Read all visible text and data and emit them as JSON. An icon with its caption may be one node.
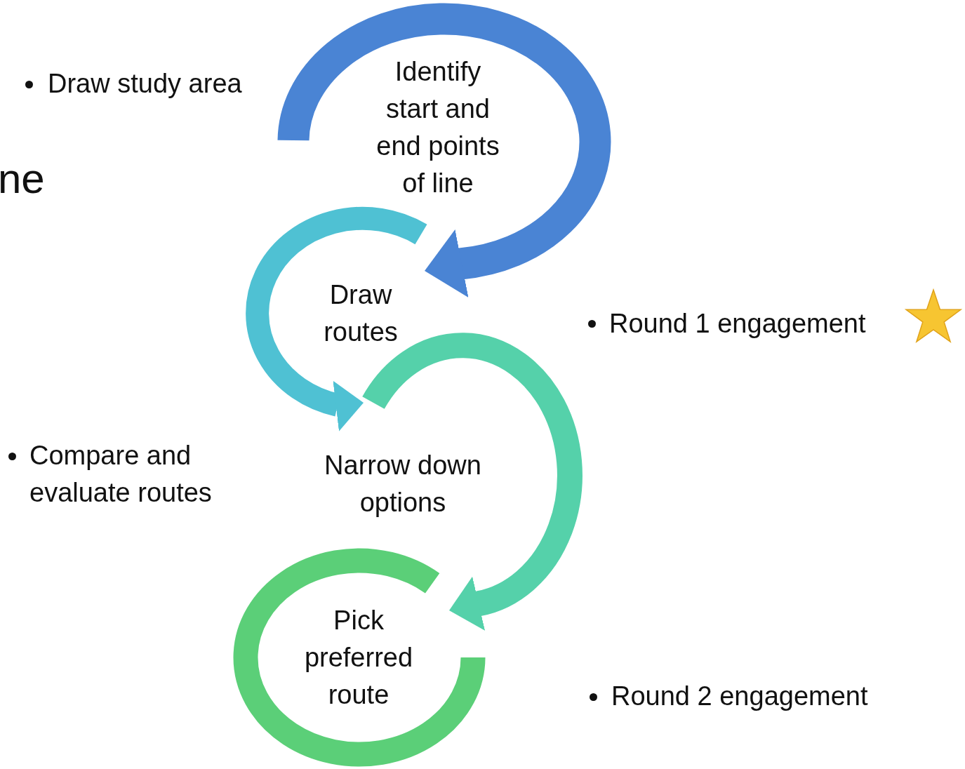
{
  "diagram": {
    "nodes": [
      {
        "text": [
          "Identify start and end points of line"
        ]
      },
      {
        "text": [
          "Draw routes"
        ]
      },
      {
        "text": [
          "Narrow down options"
        ]
      },
      {
        "text": [
          "Pick preferred route"
        ]
      }
    ],
    "edges": [
      {
        "from": 0,
        "to": 1,
        "arrow": "to",
        "color": "#4a84d4"
      },
      {
        "from": 1,
        "to": 2,
        "arrow": "to",
        "color": "#4fc1d3"
      },
      {
        "from": 2,
        "to": 3,
        "arrow": "to",
        "color": "#55d1aa"
      }
    ],
    "labels": [
      "Draw study area",
      "ne",
      "Round 1 engagement",
      "Compare and evaluate routes",
      "Round 2 engagement"
    ]
  }
}
